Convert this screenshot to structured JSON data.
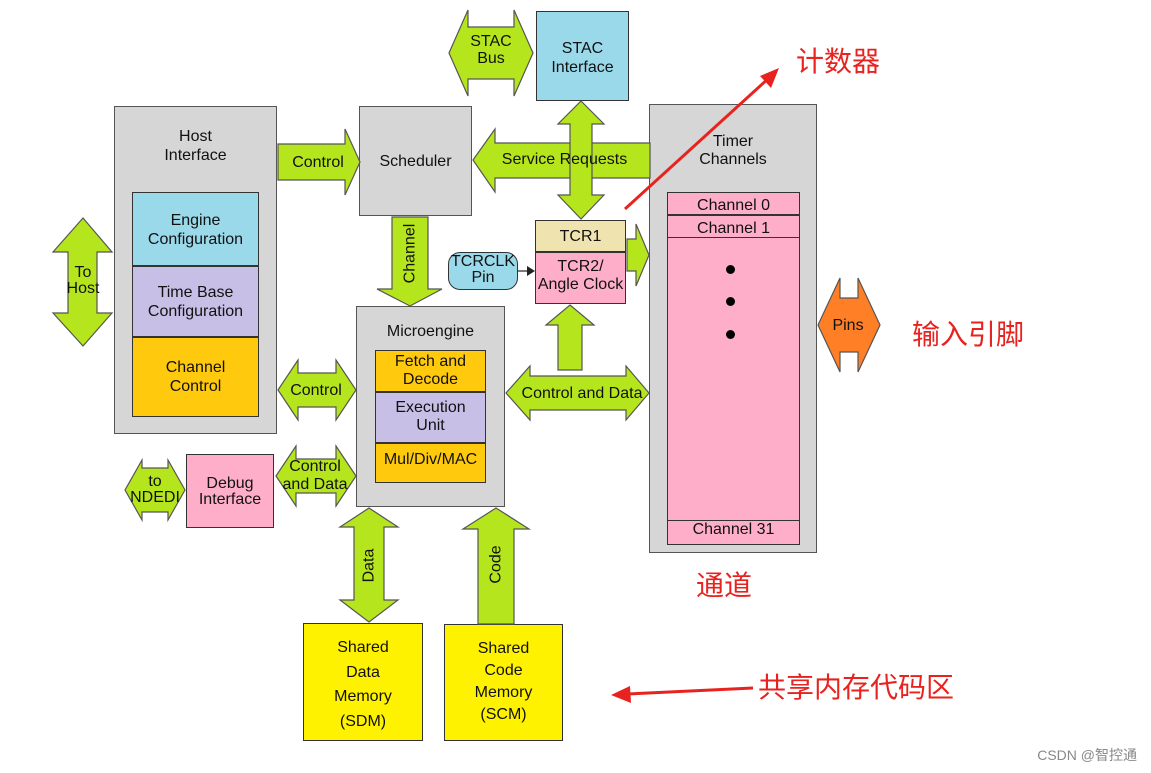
{
  "host_interface": {
    "title": "Host\nInterface",
    "engine_config": "Engine\nConfiguration",
    "time_base_config": "Time Base\nConfiguration",
    "channel_control": "Channel\nControl"
  },
  "scheduler": {
    "label": "Scheduler"
  },
  "stac_interface": {
    "label": "STAC\nInterface"
  },
  "stac_bus": {
    "label": "STAC\nBus"
  },
  "to_host": {
    "label": "To\nHost"
  },
  "microengine": {
    "title": "Microengine",
    "fetch_decode": "Fetch and\nDecode",
    "execution_unit": "Execution\nUnit",
    "mul_div_mac": "Mul/Div/MAC"
  },
  "tcr1": {
    "label": "TCR1"
  },
  "tcr2": {
    "label": "TCR2/\nAngle Clock"
  },
  "tcrclk_pin": {
    "label": "TCRCLK\nPin"
  },
  "timer_channels": {
    "title": "Timer\nChannels",
    "channel_first": "Channel 0",
    "channel_second": "Channel 1",
    "channel_last": "Channel 31"
  },
  "pins": {
    "label": "Pins"
  },
  "debug_interface": {
    "label": "Debug\nInterface"
  },
  "to_ndedi": {
    "label": "to\nNDEDI"
  },
  "sdm": {
    "label": "Shared\nData\nMemory\n(SDM)"
  },
  "scm": {
    "label": "Shared\nCode\nMemory\n(SCM)"
  },
  "arrows": {
    "control_host_sched": "Control",
    "control_host_micro": "Control",
    "control_and_data_debug": "Control\nand Data",
    "service_requests": "Service Requests",
    "channel": "Channel",
    "control_and_data_timer": "Control and Data",
    "data": "Data",
    "code": "Code"
  },
  "annotations": {
    "counter": "计数器",
    "input_pins": "输入引脚",
    "channel_cn": "通道",
    "shared_memory": "共享内存代码区"
  },
  "watermark": "CSDN @智控通",
  "colors": {
    "arrow_green": "#b5e61d",
    "grey_block": "#d6d6d6",
    "cyan": "#99d9ea",
    "lavender": "#c8bfe7",
    "orange_yellow": "#ffc90e",
    "pink": "#ffaec9",
    "tan": "#efe4b0",
    "yellow": "#fff200",
    "pins_orange": "#ff7f27",
    "annotation_red": "#e8231f"
  }
}
